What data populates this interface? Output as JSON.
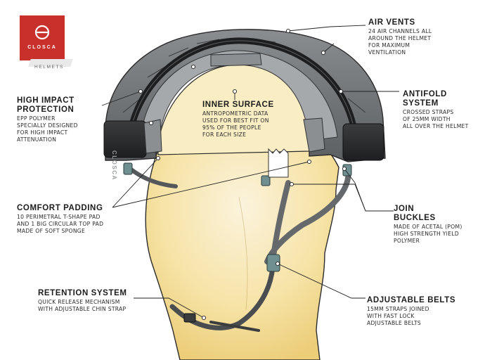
{
  "brand": {
    "name": "CLOSCA",
    "tagline": "HELMETS",
    "color": "#c8302c"
  },
  "helmet_mark": "CLOSCA",
  "callouts": {
    "air_vents": {
      "title": "AIR VENTS",
      "desc": "24 AIR CHANNELS ALL\nAROUND THE HELMET\nFOR MAXIMUM\nVENTILATION"
    },
    "high_impact": {
      "title": "HIGH IMPACT\nPROTECTION",
      "desc": "EPP POLYMER\nSPECIALLY DESIGNED\nFOR HIGH IMPACT\nATTENUATION"
    },
    "antifold": {
      "title": "ANTIFOLD\nSYSTEM",
      "desc": "CROSSED STRAPS\nOF 25MM WIDTH\nALL OVER THE HELMET"
    },
    "inner_surface": {
      "title": "INNER SURFACE",
      "desc": "ANTROPOMETRIC DATA\nUSED FOR BEST FIT ON\n95% OF THE PEOPLE\nFOR EACH SIZE"
    },
    "comfort_padding": {
      "title": "COMFORT PADDING",
      "desc": "10 PERIMETRAL T-SHAPE PAD\nAND 1 BIG CIRCULAR TOP PAD\nMADE OF SOFT SPONGE"
    },
    "join_buckles": {
      "title": "JOIN\nBUCKLES",
      "desc": "MADE OF ACETAL (POM)\nHIGH STRENGTH YIELD\nPOLYMER"
    },
    "retention": {
      "title": "RETENTION SYSTEM",
      "desc": "QUICK RELEASE MECHANISM\nWITH ADJUSTABLE CHIN STRAP"
    },
    "adjustable_belts": {
      "title": "ADJUSTABLE BELTS",
      "desc": "15MM STRAPS JOINED\nWITH FAST LOCK\nADJUSTABLE BELTS"
    }
  }
}
